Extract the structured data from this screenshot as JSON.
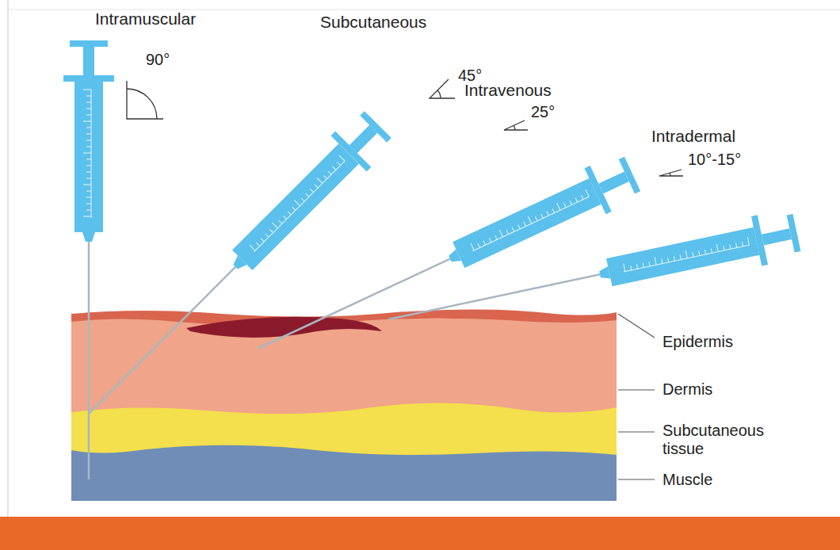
{
  "diagram": {
    "labels": [
      "Intramuscular",
      "90°",
      "Subcutaneous",
      "45°",
      "Intravenous",
      "25°",
      "Intradermal",
      "10°-15°",
      "Epidermis",
      "Dermis",
      "Subcutaneous tissue",
      "Muscle"
    ]
  }
}
